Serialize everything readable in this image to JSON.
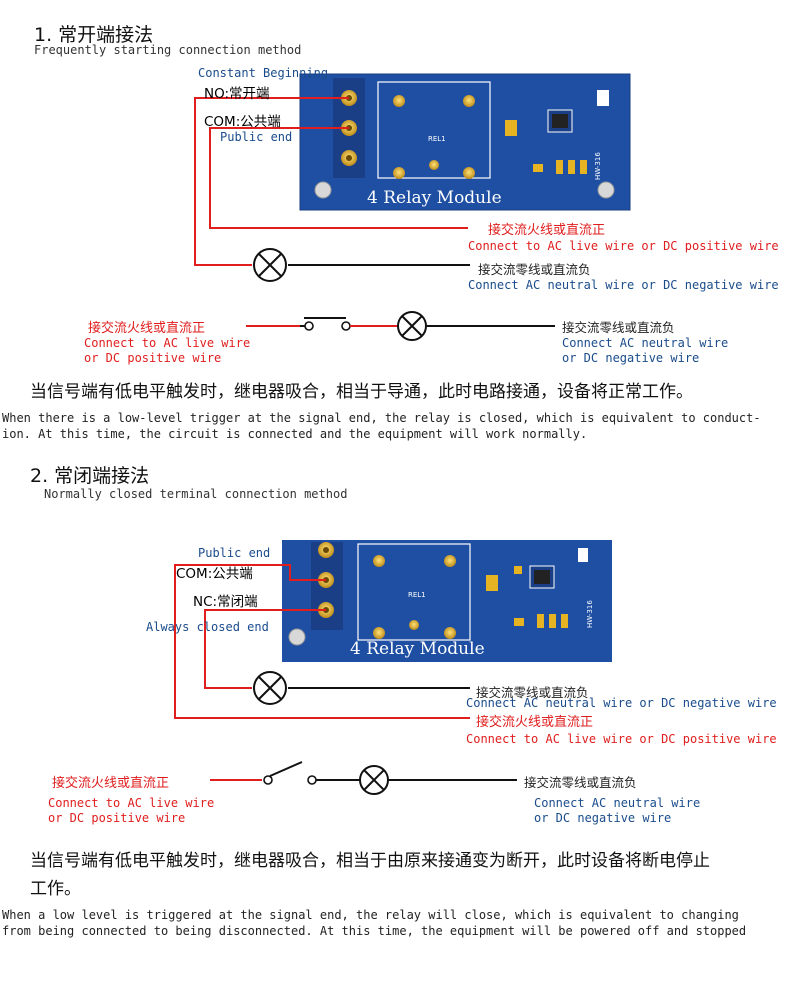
{
  "section1": {
    "heading": "1. 常开端接法",
    "heading_en": "Frequently starting connection method",
    "constant_beginning": "Constant Beginning",
    "no_label": "NO:常开端",
    "com_label": "COM:公共端",
    "public_end": "Public end",
    "module_name": "4 Relay Module",
    "rel": "REL1",
    "model": "HW-316",
    "live_zh": "接交流火线或直流正",
    "live_en": "Connect to AC live wire or DC positive wire",
    "neutral_zh": "接交流零线或直流负",
    "neutral_en": "Connect AC neutral wire or DC negative wire",
    "left_live_zh": "接交流火线或直流正",
    "left_live_en1": "Connect to AC live wire",
    "left_live_en2": "or DC positive wire",
    "right_neutral_zh": "接交流零线或直流负",
    "right_neutral_en1": "Connect AC neutral wire",
    "right_neutral_en2": "or DC negative wire",
    "desc_zh": "当信号端有低电平触发时，继电器吸合，相当于导通，此时电路接通，设备将正常工作。",
    "desc_en1": "When there is a low-level trigger at the signal end, the relay is closed, which is equivalent to conduct-",
    "desc_en2": "ion. At this time, the circuit is connected and the equipment will work normally."
  },
  "section2": {
    "heading": "2. 常闭端接法",
    "heading_en": "Normally closed terminal connection method",
    "public_end": "Public end",
    "com_label": "COM:公共端",
    "nc_label": "NC:常闭端",
    "always_closed": "Always closed end",
    "module_name": "4 Relay Module",
    "rel": "REL1",
    "model": "HW-316",
    "neutral_zh": "接交流零线或直流负",
    "neutral_en": "Connect AC neutral wire or DC negative wire",
    "live_zh": "接交流火线或直流正",
    "live_en": "Connect to AC live wire or DC positive wire",
    "left_live_zh": "接交流火线或直流正",
    "left_live_en1": "Connect to AC live wire",
    "left_live_en2": "or DC positive wire",
    "right_neutral_zh": "接交流零线或直流负",
    "right_neutral_en1": "Connect AC neutral wire",
    "right_neutral_en2": "or DC negative wire",
    "desc_zh1": "当信号端有低电平触发时，继电器吸合，相当于由原来接通变为断开，此时设备将断电停止",
    "desc_zh2": "工作。",
    "desc_en1": "When a low level is triggered at the signal end, the relay will close, which is equivalent to changing",
    "desc_en2": "from being connected to being disconnected. At this time, the equipment will be powered off and stopped"
  },
  "colors": {
    "board": "#1e4fa3",
    "live_wire": "#e01e1e",
    "neutral_wire": "#111111",
    "gold": "#e6b422"
  }
}
